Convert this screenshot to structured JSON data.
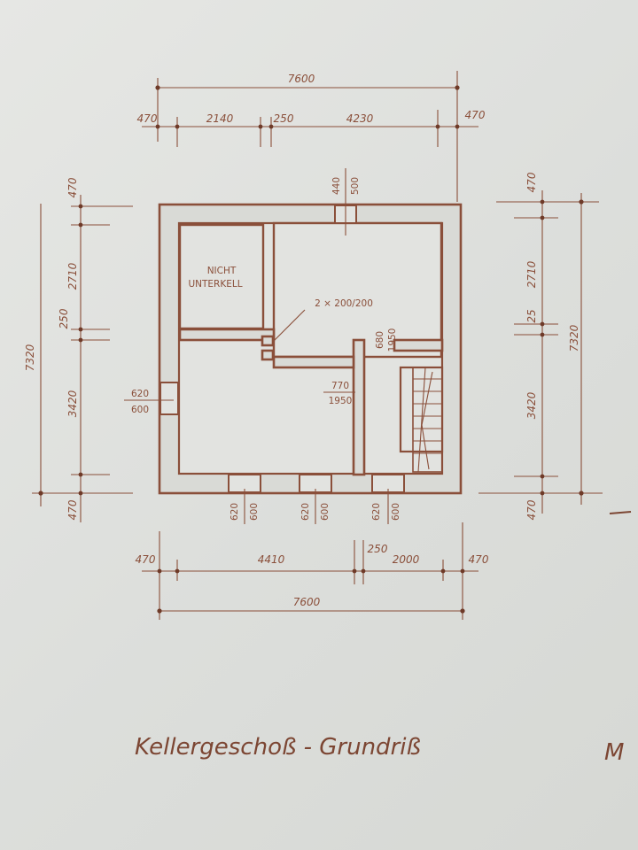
{
  "title": "Kellergeschoß - Grundriß",
  "sheet_mark": "M",
  "room_label": {
    "line1": "NICHT",
    "line2": "UNTERKELL"
  },
  "opening_note": "2 × 200/200",
  "door_center": {
    "top": "770",
    "bottom": "1950"
  },
  "door_right": {
    "top": "680",
    "bottom": "1950"
  },
  "chimney_top": {
    "a": "440",
    "b": "500"
  },
  "opening_left": {
    "top": "620",
    "bottom": "600"
  },
  "dims_top": {
    "total": "7600",
    "segments": [
      "470",
      "2140",
      "250",
      "4230",
      "470"
    ]
  },
  "dims_bottom": {
    "total": "7600",
    "segments": [
      "470",
      "4410",
      "250",
      "2000",
      "470"
    ]
  },
  "dims_left": {
    "total": "7320",
    "segments": [
      "470",
      "2710",
      "250",
      "3420",
      "470"
    ]
  },
  "dims_right": {
    "total": "7320",
    "segments": [
      "470",
      "2710",
      "25",
      "3420",
      "470"
    ]
  },
  "windows_bottom": [
    {
      "a": "620",
      "b": "600"
    },
    {
      "a": "620",
      "b": "600"
    },
    {
      "a": "620",
      "b": "600"
    }
  ],
  "colors": {
    "ink": "#8a4f3a",
    "paper": "#dfe0de"
  }
}
